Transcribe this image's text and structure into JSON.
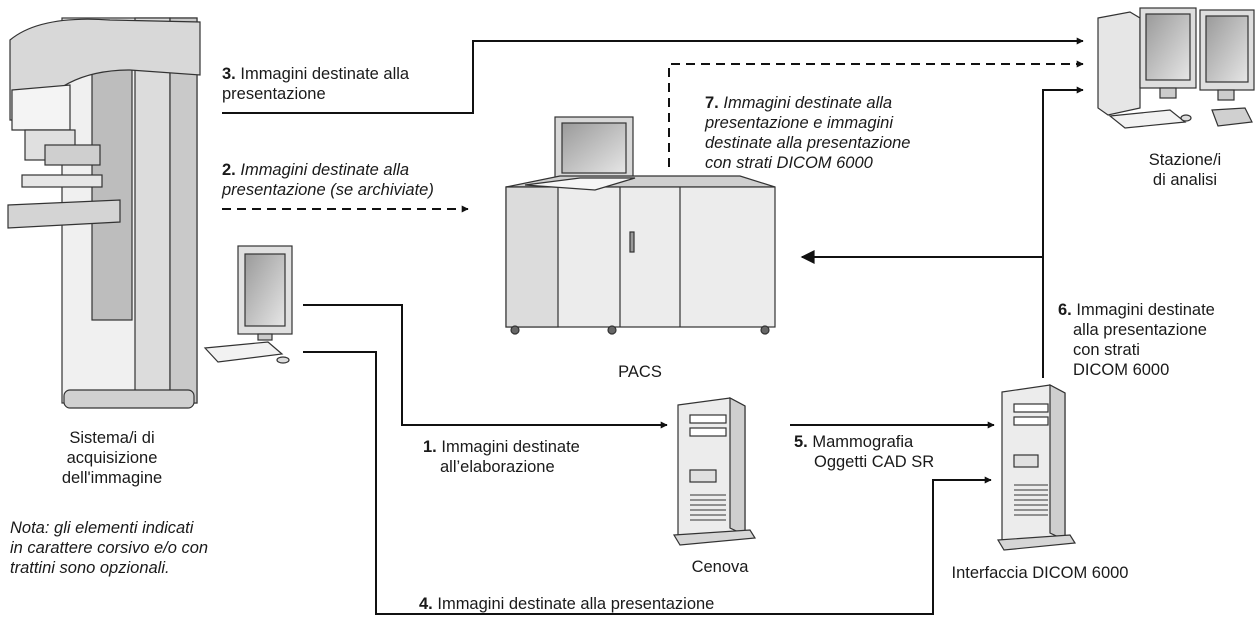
{
  "labels": {
    "acquisition": [
      "Sistema/i di",
      "acquisizione",
      "dell'immagine"
    ],
    "pacs": "PACS",
    "cenova": "Cenova",
    "dicom_interface": "Interfaccia DICOM 6000",
    "review_station": [
      "Stazione/i",
      "di analisi"
    ]
  },
  "flows": [
    {
      "num": "1.",
      "lines": [
        "Immagini destinate",
        "all’elaborazione"
      ],
      "optional": false
    },
    {
      "num": "2.",
      "lines": [
        "Immagini destinate alla",
        "presentazione (se archiviate)"
      ],
      "optional": true
    },
    {
      "num": "3.",
      "lines": [
        "Immagini destinate alla",
        "presentazione"
      ],
      "optional": false
    },
    {
      "num": "4.",
      "lines": [
        "Immagini destinate alla presentazione"
      ],
      "optional": false
    },
    {
      "num": "5.",
      "lines": [
        "Mammografia",
        "Oggetti CAD SR"
      ],
      "optional": false
    },
    {
      "num": "6.",
      "lines": [
        "Immagini destinate",
        "alla presentazione",
        "con strati",
        "DICOM 6000"
      ],
      "optional": false
    },
    {
      "num": "7.",
      "lines": [
        "Immagini destinate alla",
        "presentazione e immagini",
        "destinate alla presentazione",
        "con strati DICOM 6000"
      ],
      "optional": true
    }
  ],
  "note": [
    "Nota: gli elementi indicati",
    "in carattere corsivo e/o con",
    "trattini sono opzionali."
  ]
}
